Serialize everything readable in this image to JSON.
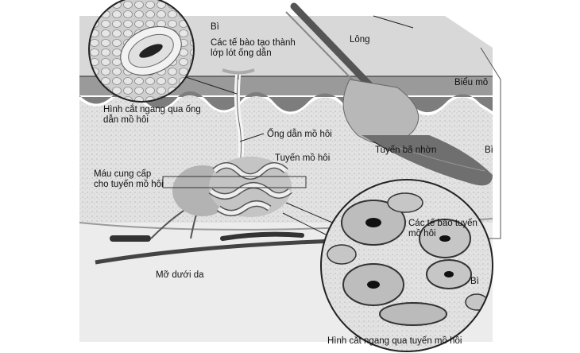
{
  "labels": {
    "bi_top": "Bì",
    "te_bao_lot": "Các tế bào tạo thành lớp lót ống dẫn",
    "long": "Lông",
    "bieu_mo": "Biểu mô",
    "hinh_cat_ong_dan": "Hình cắt ngang qua ống dẫn mồ hôi",
    "ong_dan_mo_hoi": "Ống dẫn mồ hôi",
    "tuyen_ba_nhon": "Tuyến bã nhờn",
    "bi_right": "Bì",
    "tuyen_mo_hoi": "Tuyến mồ hôi",
    "mau_cung_cap": "Máu cung cấp cho tuyến mồ hôi",
    "te_bao_tuyen": "Các tế bào tuyến mồ hôi",
    "bi_circle": "Bì",
    "mo_duoi_da": "Mỡ dưới da",
    "hinh_cat_tuyen": "Hình cắt ngang qua tuyến mồ hôi"
  }
}
